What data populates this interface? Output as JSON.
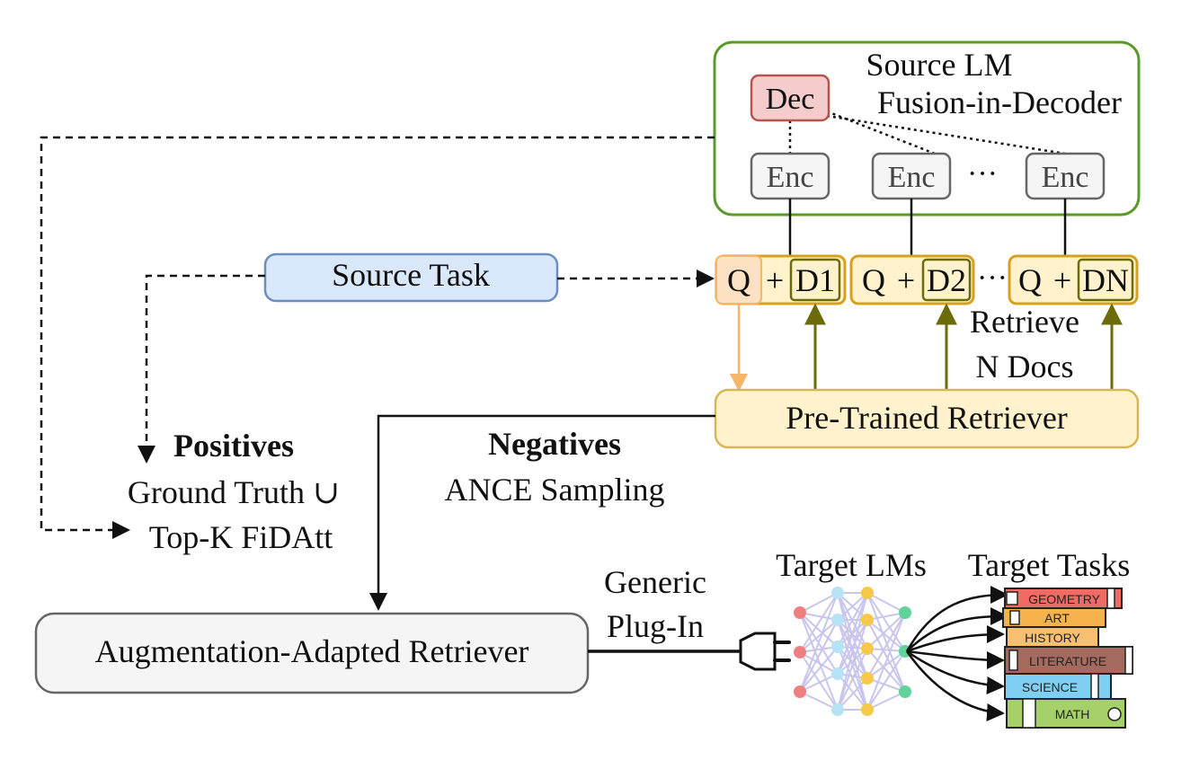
{
  "source_lm": {
    "title": "Source LM",
    "subtitle": "Fusion-in-Decoder",
    "decoder_label": "Dec",
    "encoder_label": "Enc",
    "ellipsis": "···"
  },
  "source_task": {
    "label": "Source Task"
  },
  "inputs": [
    {
      "query": "Q",
      "plus": "+",
      "doc": "D1"
    },
    {
      "query": "Q",
      "plus": "+",
      "doc": "D2"
    },
    {
      "query": "Q",
      "plus": "+",
      "doc": "DN"
    }
  ],
  "input_ellipsis": "···",
  "retrieve_note": {
    "line1": "Retrieve",
    "line2": "N Docs"
  },
  "pretrained_retriever": {
    "label": "Pre-Trained Retriever"
  },
  "positives": {
    "title": "Positives",
    "line1": "Ground Truth ∪",
    "line2": "Top-K FiDAtt"
  },
  "negatives": {
    "title": "Negatives",
    "line1": "ANCE Sampling"
  },
  "aar": {
    "label": "Augmentation-Adapted Retriever"
  },
  "plugin": {
    "line1": "Generic",
    "line2": "Plug-In"
  },
  "target_lms": {
    "label": "Target LMs"
  },
  "target_tasks": {
    "label": "Target Tasks",
    "books": [
      "GEOMETRY",
      "ART",
      "HISTORY",
      "LITERATURE",
      "SCIENCE",
      "MATH"
    ]
  },
  "colors": {
    "green_border": "#5a9a2a",
    "dec_fill": "#f4cccc",
    "dec_border": "#b85450",
    "enc_border": "#666666",
    "blue_fill": "#dae8fc",
    "blue_border": "#6c8ebf",
    "orange_border": "#d6a11e",
    "yellow_fill": "#fff2cc",
    "olive_arrow": "#6b6b0a",
    "orange_arrow": "#f5b56b",
    "gray_fill": "#f5f5f5"
  }
}
